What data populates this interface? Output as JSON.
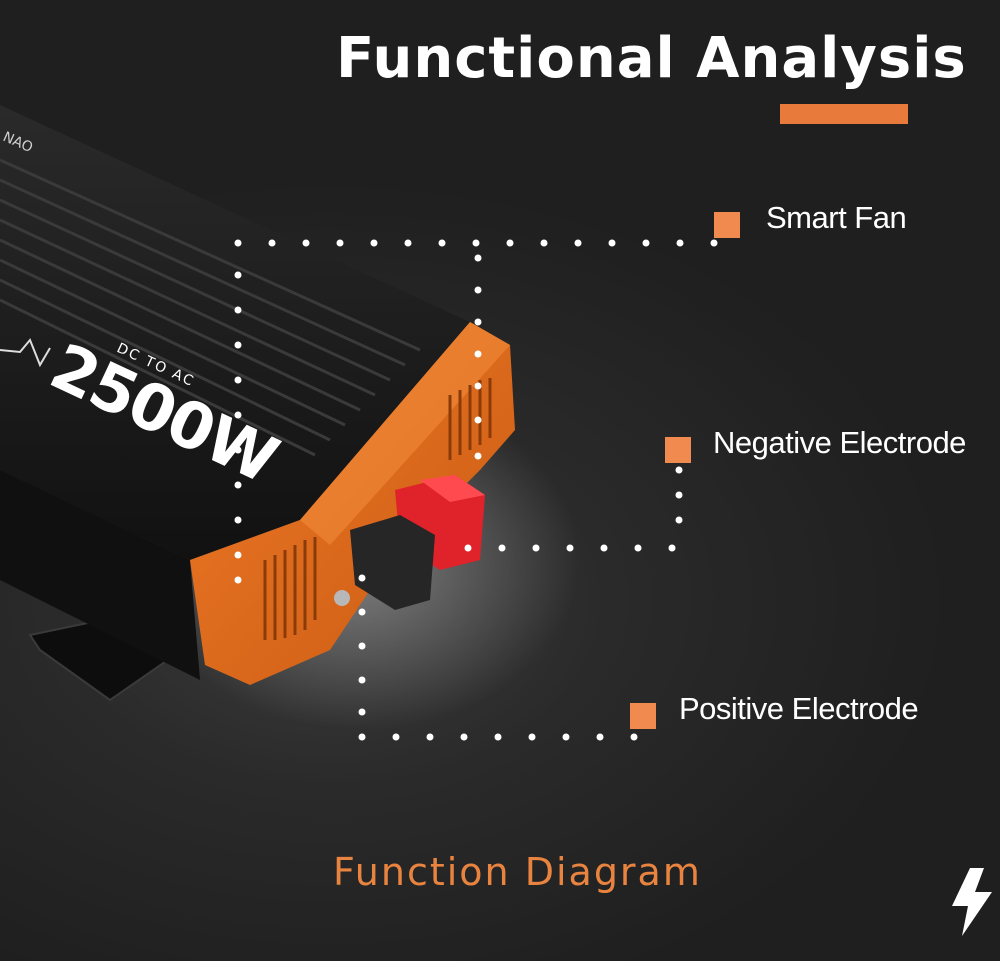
{
  "title": "Functional Analysis",
  "product": {
    "rating_small": "DC TO AC",
    "rating_big": "2500W",
    "brand_fragment": "NAO"
  },
  "callouts": [
    {
      "id": "smart-fan",
      "label": "Smart  Fan"
    },
    {
      "id": "negative-electrode",
      "label": "Negative Electrode"
    },
    {
      "id": "positive-electrode",
      "label": "Positive Electrode"
    }
  ],
  "footer": "Function Diagram",
  "colors": {
    "accent": "#e87a3c",
    "marker": "#f08a4e",
    "background": "#252525",
    "inverter_body": "#1b1b1b",
    "endcap": "#e36f20",
    "terminal_red": "#e0222b",
    "terminal_black": "#262626"
  },
  "icons": {
    "corner": "lightning-bolt-icon"
  }
}
